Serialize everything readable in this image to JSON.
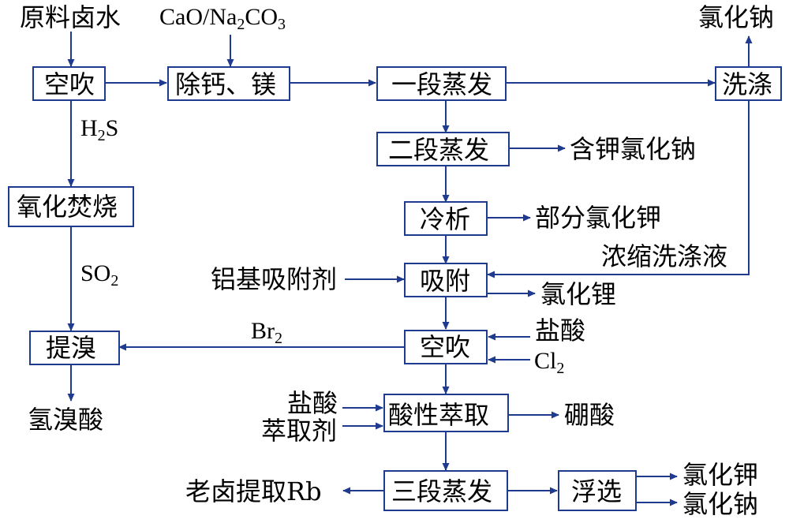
{
  "nodes": {
    "raw_brine": "原料卤水",
    "reagent_cao": "CaO/Na",
    "reagent_sub2": "2",
    "reagent_co3": "CO",
    "reagent_sub3": "3",
    "nacl_top": "氯化钠",
    "air_blow_1": "空吹",
    "remove_ca_mg": "除钙、镁",
    "evap_1": "一段蒸发",
    "wash": "洗涤",
    "h2s_main": "H",
    "h2s_sub": "2",
    "h2s_tail": "S",
    "evap_2": "二段蒸发",
    "k_nacl": "含钾氯化钠",
    "oxid_burn": "氧化焚烧",
    "cold_sep": "冷析",
    "part_kcl": "部分氯化钾",
    "conc_wash": "浓缩洗涤液",
    "so2_main": "SO",
    "so2_sub": "2",
    "al_adsorb": "铝基吸附剂",
    "adsorb": "吸附",
    "licl": "氯化锂",
    "br2_main": "Br",
    "br2_sub": "2",
    "extract_br": "提溴",
    "air_blow_2": "空吹",
    "hcl_1": "盐酸",
    "cl2_main": "Cl",
    "cl2_sub": "2",
    "hbr": "氢溴酸",
    "hcl_2": "盐酸",
    "acid_extract": "酸性萃取",
    "boric_acid": "硼酸",
    "extractant": "萃取剂",
    "old_brine_rb": "老卤提取Rb",
    "evap_3": "三段蒸发",
    "flotation": "浮选",
    "kcl_out": "氯化钾",
    "nacl_out": "氯化钠"
  },
  "colors": {
    "lines": "#1f3b8f",
    "text": "#000000",
    "background": "#ffffff"
  }
}
